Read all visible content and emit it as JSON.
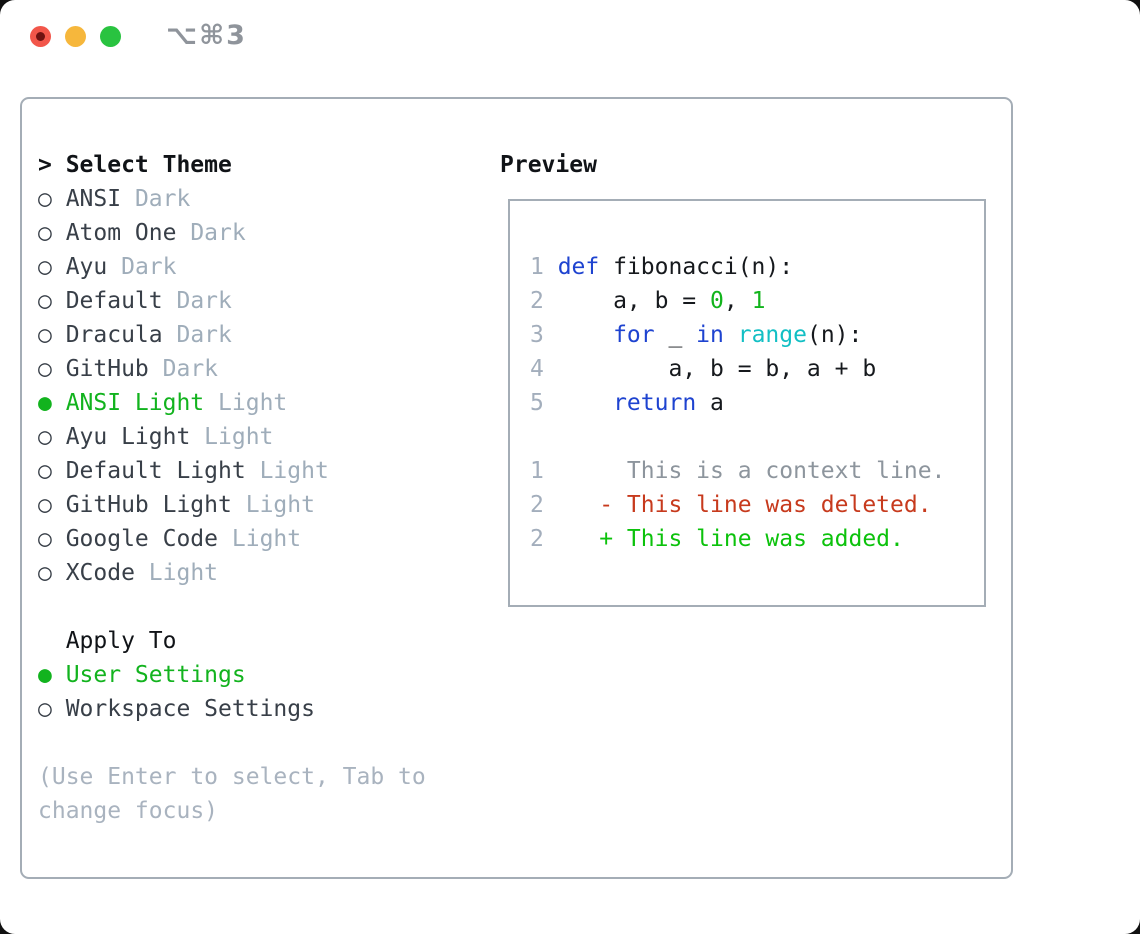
{
  "window": {
    "title": "⌥⌘3"
  },
  "colors": {
    "traffic_red": "#f2564a",
    "traffic_red_dot": "#6e1211",
    "traffic_yellow": "#f6b73c",
    "traffic_green": "#29c340",
    "title_gray": "#8f949b",
    "border_gray": "#a4adb6",
    "text_dark": "#383f48",
    "text_black": "#101317",
    "tag_gray": "#9fadba",
    "hint_gray": "#a9b3bf",
    "line_number": "#a3aebc",
    "accent_green": "#12b31e",
    "keyword_blue": "#1e43d0",
    "builtin_cyan": "#12bfc4",
    "number_green": "#12b41c",
    "code_dark": "#16191d",
    "context_gray": "#8d959d",
    "deleted_red": "#c73a1d",
    "added_green": "#0cc20c"
  },
  "left_pane": {
    "select_theme": {
      "header": {
        "marker": ">",
        "label": "Select Theme"
      },
      "options": [
        {
          "marker": "○",
          "label": "ANSI",
          "tag": "Dark",
          "selected": false
        },
        {
          "marker": "○",
          "label": "Atom One",
          "tag": "Dark",
          "selected": false
        },
        {
          "marker": "○",
          "label": "Ayu",
          "tag": "Dark",
          "selected": false
        },
        {
          "marker": "○",
          "label": "Default",
          "tag": "Dark",
          "selected": false
        },
        {
          "marker": "○",
          "label": "Dracula",
          "tag": "Dark",
          "selected": false
        },
        {
          "marker": "○",
          "label": "GitHub",
          "tag": "Dark",
          "selected": false
        },
        {
          "marker": "●",
          "label": "ANSI Light",
          "tag": "Light",
          "selected": true
        },
        {
          "marker": "○",
          "label": "Ayu Light",
          "tag": "Light",
          "selected": false
        },
        {
          "marker": "○",
          "label": "Default Light",
          "tag": "Light",
          "selected": false
        },
        {
          "marker": "○",
          "label": "GitHub Light",
          "tag": "Light",
          "selected": false
        },
        {
          "marker": "○",
          "label": "Google Code",
          "tag": "Light",
          "selected": false
        },
        {
          "marker": "○",
          "label": "XCode",
          "tag": "Light",
          "selected": false
        }
      ]
    },
    "apply_to": {
      "header": {
        "label": "Apply To"
      },
      "options": [
        {
          "marker": "●",
          "label": "User Settings",
          "selected": true
        },
        {
          "marker": "○",
          "label": "Workspace Settings",
          "selected": false
        }
      ]
    },
    "hint_lines": [
      "(Use Enter to select, Tab to",
      "change focus)"
    ]
  },
  "preview": {
    "heading": "Preview",
    "lines": [
      {
        "no": "1",
        "tokens": [
          [
            "kw",
            "def"
          ],
          [
            "plain",
            " fibonacci(n):"
          ]
        ]
      },
      {
        "no": "2",
        "tokens": [
          [
            "plain",
            "    a, b = "
          ],
          [
            "num",
            "0"
          ],
          [
            "plain",
            ", "
          ],
          [
            "num",
            "1"
          ]
        ]
      },
      {
        "no": "3",
        "tokens": [
          [
            "plain",
            "    "
          ],
          [
            "kw",
            "for"
          ],
          [
            "plain",
            " _ "
          ],
          [
            "kw",
            "in"
          ],
          [
            "plain",
            " "
          ],
          [
            "fn",
            "range"
          ],
          [
            "plain",
            "(n):"
          ]
        ]
      },
      {
        "no": "4",
        "tokens": [
          [
            "plain",
            "        a, b = b, a + b"
          ]
        ]
      },
      {
        "no": "5",
        "tokens": [
          [
            "plain",
            "    "
          ],
          [
            "kw",
            "return"
          ],
          [
            "plain",
            " a"
          ]
        ]
      },
      {
        "no": "",
        "tokens": []
      },
      {
        "no": "1",
        "tokens": [
          [
            "ctx",
            "     This is a context line."
          ]
        ]
      },
      {
        "no": "2",
        "tokens": [
          [
            "plain",
            "   "
          ],
          [
            "del",
            "- This line was deleted."
          ]
        ]
      },
      {
        "no": "2",
        "tokens": [
          [
            "plain",
            "   "
          ],
          [
            "add",
            "+ This line was added."
          ]
        ]
      }
    ]
  }
}
